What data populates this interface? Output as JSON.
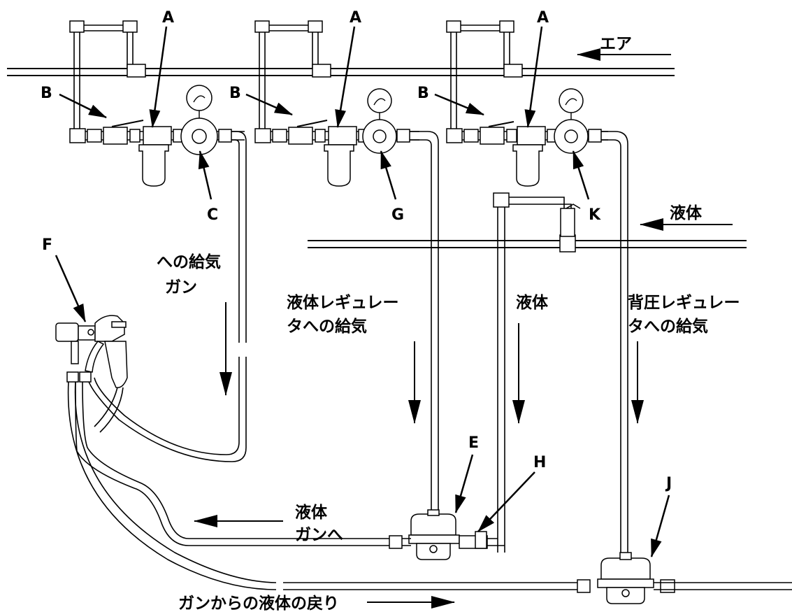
{
  "labels": {
    "a1": "A",
    "a2": "A",
    "a3": "A",
    "b1": "B",
    "b2": "B",
    "b3": "B",
    "c": "C",
    "e": "E",
    "f": "F",
    "g": "G",
    "h": "H",
    "j": "J",
    "k": "K"
  },
  "text": {
    "air": "エア",
    "fluid_top": "液体",
    "gun_air_1": "への給気",
    "gun_air_2": "ガン",
    "fluid_reg_air_1": "液体レギュレー",
    "fluid_reg_air_2": "タへの給気",
    "fluid_mid": "液体",
    "back_reg_air_1": "背圧レギュレー",
    "back_reg_air_2": "タへの給気",
    "to_gun_1": "液体",
    "to_gun_2": "ガンへ",
    "return": "ガンからの液体の戻り"
  }
}
